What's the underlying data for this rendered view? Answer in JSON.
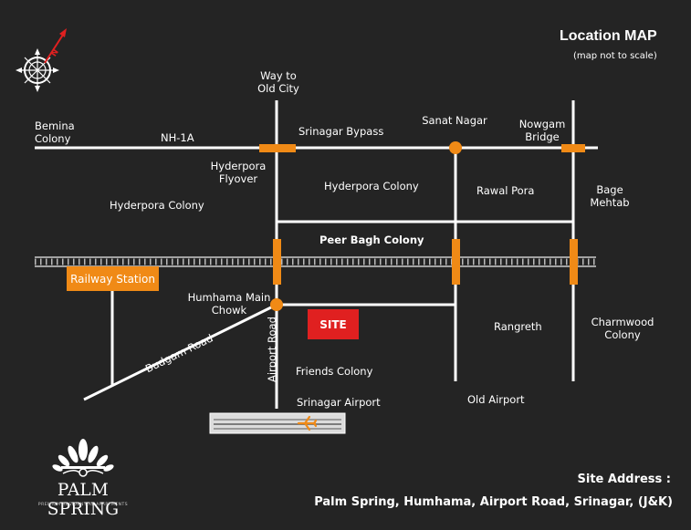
{
  "header": {
    "title": "Location MAP",
    "subtitle": "(map not to scale)"
  },
  "labels": {
    "bemina": "Bemina\nColony",
    "nh1a": "NH-1A",
    "way_to_old_city": "Way to\nOld City",
    "srinagar_bypass": "Srinagar Bypass",
    "sanat_nagar": "Sanat Nagar",
    "nowgam_bridge": "Nowgam\nBridge",
    "hyderpora_flyover": "Hyderpora\nFlyover",
    "hyderpora_colony_left": "Hyderpora Colony",
    "hyderpora_colony_mid": "Hyderpora Colony",
    "rawal_pora": "Rawal Pora",
    "bage_mehtab": "Bage\nMehtab",
    "peer_bagh": "Peer Bagh Colony",
    "humhama_chowk": "Humhama Main\nChowk",
    "rangreth": "Rangreth",
    "charmwood": "Charmwood\nColony",
    "friends_colony": "Friends Colony",
    "srinagar_airport": "Srinagar Airport",
    "old_airport": "Old Airport",
    "budgam_road": "Budgam Road",
    "airport_road": "Airport Road"
  },
  "markers": {
    "railway_station": "Railway Station",
    "site": "SITE"
  },
  "address": {
    "title": "Site Address :",
    "text": "Palm Spring, Humhama, Airport Road, Srinagar, (J&K)"
  },
  "brand": {
    "name": "PALM SPRING",
    "tagline": "PREMIUM RESIDENTIAL APARTMENTS"
  },
  "icons": {
    "compass": "compass-icon",
    "airplane": "airplane-icon",
    "logo": "palm-spring-logo-icon"
  },
  "colors": {
    "background": "#242424",
    "road": "#ffffff",
    "accent": "#f08a16",
    "site": "#e02020"
  }
}
